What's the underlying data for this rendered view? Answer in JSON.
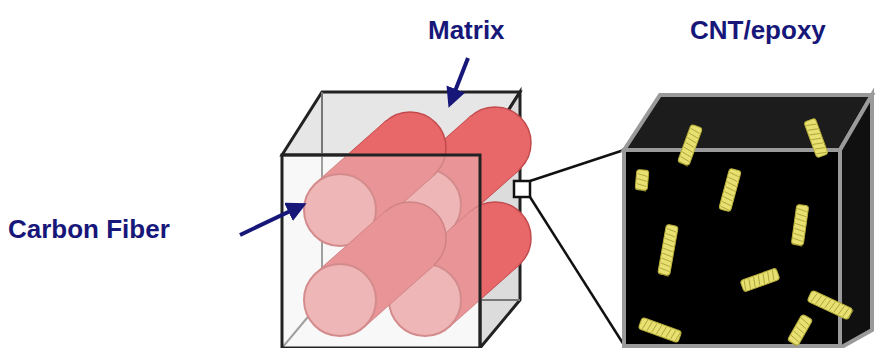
{
  "diagram": {
    "labels": [
      "Matrix",
      "CNT/epoxy",
      "Carbon Fiber"
    ]
  }
}
